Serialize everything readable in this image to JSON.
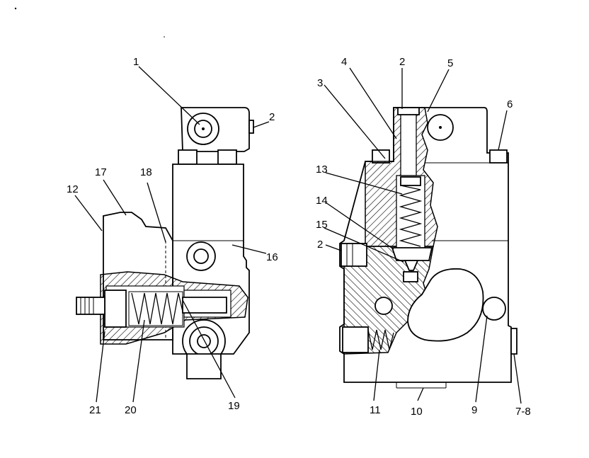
{
  "callouts": [
    {
      "id": "c1",
      "text": "1"
    },
    {
      "id": "c2a",
      "text": "2"
    },
    {
      "id": "c17",
      "text": "17"
    },
    {
      "id": "c18",
      "text": "18"
    },
    {
      "id": "c12",
      "text": "12"
    },
    {
      "id": "c16",
      "text": "16"
    },
    {
      "id": "c19",
      "text": "19"
    },
    {
      "id": "c20",
      "text": "20"
    },
    {
      "id": "c21",
      "text": "21"
    },
    {
      "id": "c4",
      "text": "4"
    },
    {
      "id": "c2b",
      "text": "2"
    },
    {
      "id": "c5",
      "text": "5"
    },
    {
      "id": "c3",
      "text": "3"
    },
    {
      "id": "c6",
      "text": "6"
    },
    {
      "id": "c13",
      "text": "13"
    },
    {
      "id": "c14",
      "text": "14"
    },
    {
      "id": "c15",
      "text": "15"
    },
    {
      "id": "c2c",
      "text": "2"
    },
    {
      "id": "c11",
      "text": "11"
    },
    {
      "id": "c10",
      "text": "10"
    },
    {
      "id": "c9",
      "text": "9"
    },
    {
      "id": "c78",
      "text": "7-8"
    }
  ]
}
